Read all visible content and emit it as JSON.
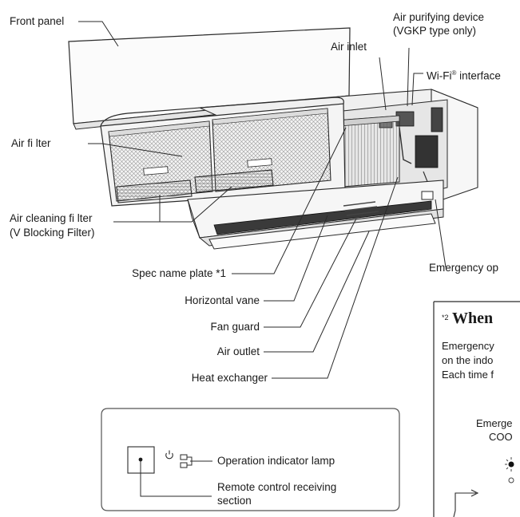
{
  "labels": {
    "front_panel": "Front panel",
    "air_purifying_device_line1": "Air purifying device",
    "air_purifying_device_line2": "(VGKP type only)",
    "air_inlet": "Air inlet",
    "wifi_interface_pre": "Wi-Fi",
    "wifi_interface_reg": "®",
    "wifi_interface_post": " interface",
    "air_filter": "Air fi lter",
    "air_cleaning_filter_line1": "Air cleaning fi lter",
    "air_cleaning_filter_line2": "(V Blocking Filter)",
    "emergency_op": "Emergency op",
    "spec_name_plate": "Spec name plate *1",
    "horizontal_vane": "Horizontal vane",
    "fan_guard": "Fan guard",
    "air_outlet": "Air outlet",
    "heat_exchanger": "Heat exchanger",
    "operation_indicator_lamp": "Operation indicator lamp",
    "remote_control_receiving_line1": "Remote control receiving",
    "remote_control_receiving_line2": "section"
  },
  "note_box": {
    "marker": "*2",
    "title": "When",
    "line1": "Emergency",
    "line2": "on the indo",
    "line3": "Each time f",
    "sub1": "Emerge",
    "sub2": "COO"
  },
  "colors": {
    "line": "#2a2a2a",
    "unit_body": "#f4f4f4",
    "filter_mesh": "#bdbdbd",
    "shadow": "#d6d6d6"
  },
  "icons": [
    "power-icon",
    "indicator-lamp-icon",
    "blinking-lamp-icon"
  ]
}
